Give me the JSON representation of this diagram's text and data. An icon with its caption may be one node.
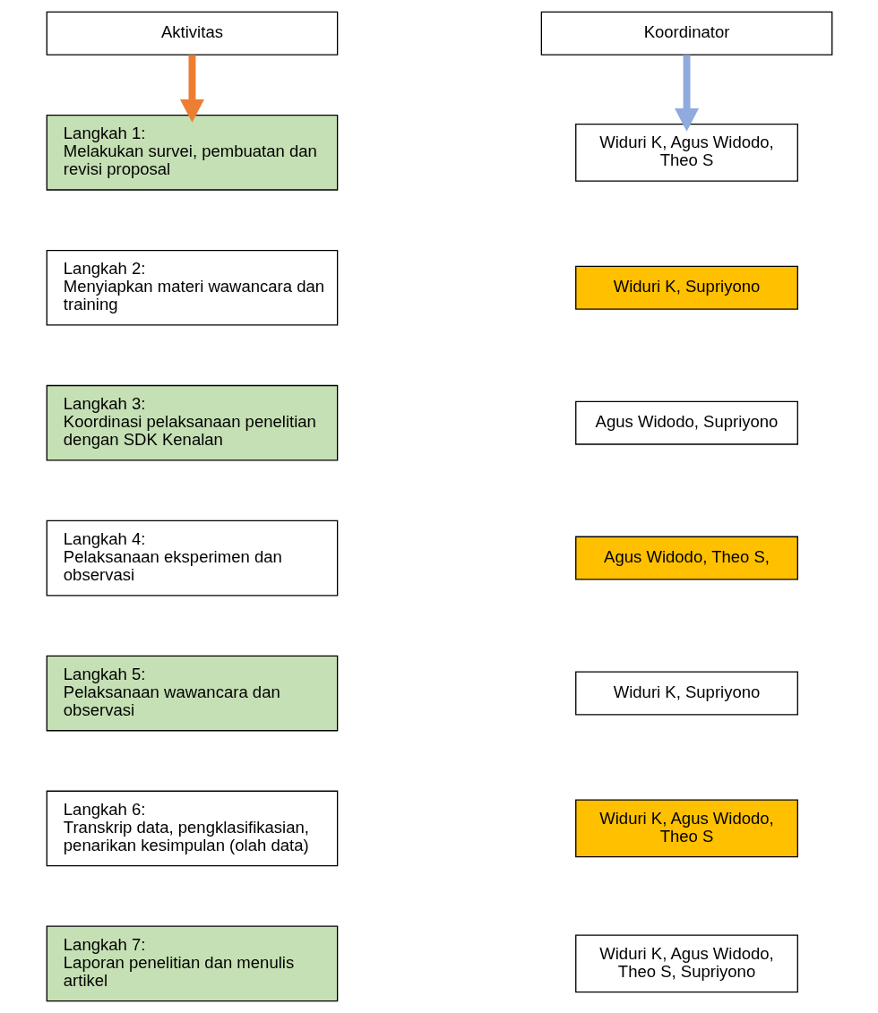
{
  "diagram": {
    "nodes": [
      {
        "text": [
          "Aktivitas"
        ]
      },
      {
        "text": [
          "Koordinator"
        ]
      },
      {
        "text": [
          "Langkah 1:",
          "Melakukan survei, pembuatan dan revisi proposal"
        ]
      },
      {
        "text": [
          "Widuri K, Agus Widodo, Theo S"
        ]
      },
      {
        "text": [
          "Langkah 2:",
          "Menyiapkan materi wawancara dan training"
        ]
      },
      {
        "text": [
          "Widuri K, Supriyono"
        ]
      },
      {
        "text": [
          "Langkah 3:",
          "Koordinasi pelaksanaan penelitian dengan SDK Kenalan"
        ]
      },
      {
        "text": [
          "Agus Widodo, Supriyono"
        ]
      },
      {
        "text": [
          "Langkah 4:",
          "Pelaksanaan eksperimen dan observasi"
        ]
      },
      {
        "text": [
          "Agus Widodo, Theo S,"
        ]
      },
      {
        "text": [
          "Langkah 5:",
          "Pelaksanaan wawancara dan observasi"
        ]
      },
      {
        "text": [
          "Widuri K, Supriyono"
        ]
      },
      {
        "text": [
          "Langkah 6:",
          "Transkrip data, pengklasifikasian, penarikan kesimpulan (olah data)"
        ]
      },
      {
        "text": [
          "Widuri K, Agus Widodo, Theo S"
        ]
      },
      {
        "text": [
          "Langkah 7:",
          "Laporan penelitian dan menulis artikel"
        ]
      },
      {
        "text": [
          "Widuri K, Agus Widodo, Theo S, Supriyono"
        ]
      }
    ],
    "edges": [
      {
        "from": 0,
        "to": 2,
        "arrow": "to",
        "color": "#ed7d31"
      },
      {
        "from": 1,
        "to": 3,
        "arrow": "to",
        "color": "#8faadc"
      }
    ]
  }
}
